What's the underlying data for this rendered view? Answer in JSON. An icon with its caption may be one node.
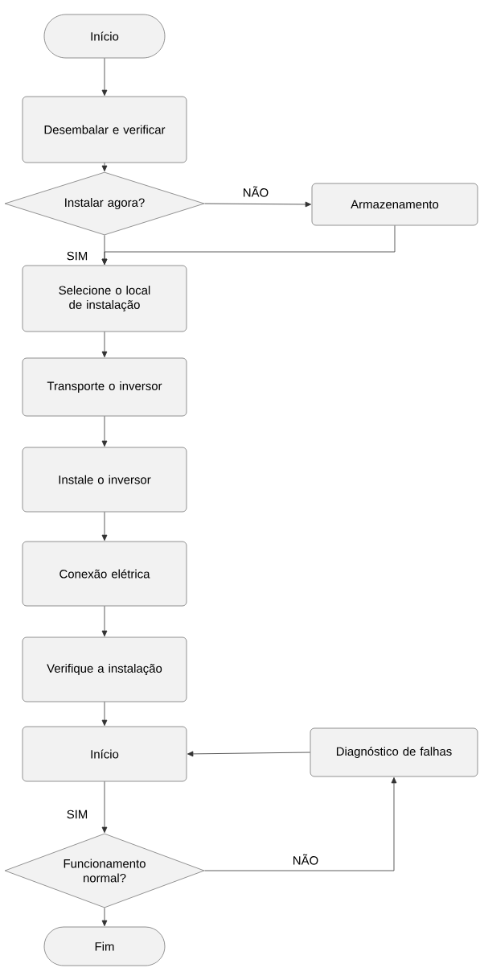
{
  "diagram": {
    "nodes": [
      {
        "text": [
          "Início"
        ]
      },
      {
        "text": [
          "Desembalar e verificar"
        ]
      },
      {
        "text": [
          "Instalar agora?"
        ]
      },
      {
        "text": [
          "Armazenamento"
        ]
      },
      {
        "text": [
          "Selecione o local de instalação"
        ]
      },
      {
        "text": [
          "Transporte o inversor"
        ]
      },
      {
        "text": [
          "Instale o inversor"
        ]
      },
      {
        "text": [
          "Conexão elétrica"
        ]
      },
      {
        "text": [
          "Verifique a instalação"
        ]
      },
      {
        "text": [
          "Início"
        ]
      },
      {
        "text": [
          "Diagnóstico de falhas"
        ]
      },
      {
        "text": [
          "Funcionamento normal?"
        ]
      },
      {
        "text": [
          "Fim"
        ]
      }
    ],
    "edges": [
      {
        "from": 0,
        "to": 1,
        "arrow": "to"
      },
      {
        "from": 1,
        "to": 2,
        "arrow": "to"
      },
      {
        "from": 2,
        "to": 3,
        "arrow": "to",
        "label": "NÃO"
      },
      {
        "from": 3,
        "to": 4,
        "arrow": "to"
      },
      {
        "from": 2,
        "to": 4,
        "arrow": "to",
        "label": "SIM"
      },
      {
        "from": 4,
        "to": 5,
        "arrow": "to"
      },
      {
        "from": 5,
        "to": 6,
        "arrow": "to"
      },
      {
        "from": 6,
        "to": 7,
        "arrow": "to"
      },
      {
        "from": 7,
        "to": 8,
        "arrow": "to"
      },
      {
        "from": 8,
        "to": 9,
        "arrow": "to"
      },
      {
        "from": 10,
        "to": 9,
        "arrow": "to"
      },
      {
        "from": 9,
        "to": 11,
        "arrow": "to",
        "label": "SIM"
      },
      {
        "from": 11,
        "to": 10,
        "arrow": "to",
        "label": "NÃO"
      },
      {
        "from": 11,
        "to": 12,
        "arrow": "to"
      }
    ]
  }
}
